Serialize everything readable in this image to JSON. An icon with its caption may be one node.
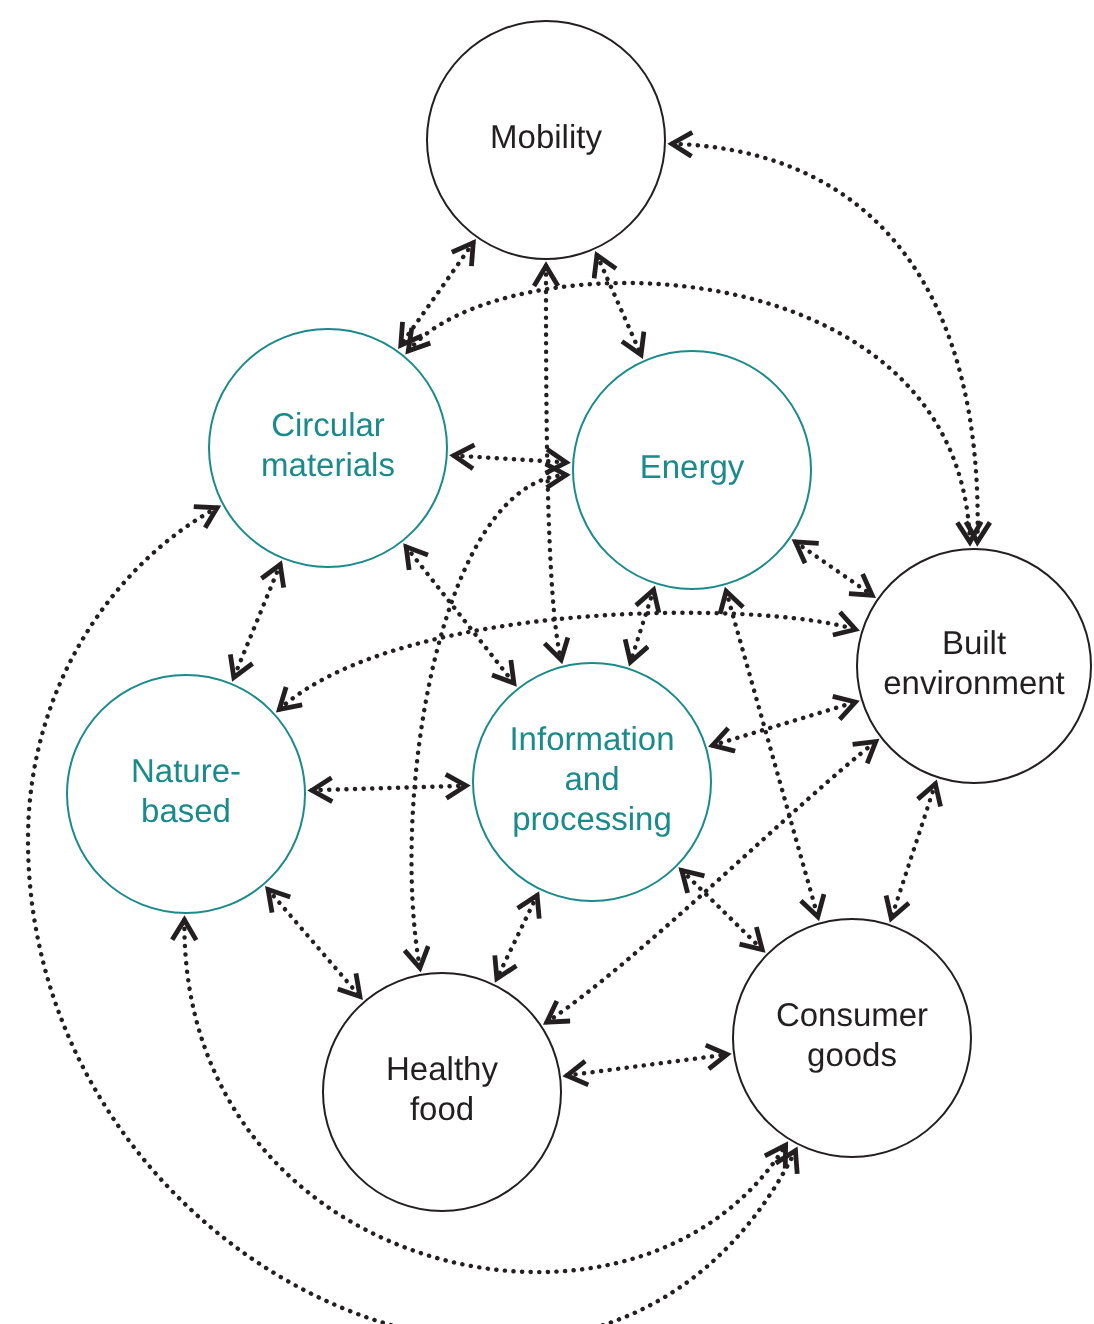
{
  "diagram": {
    "nodes": [
      {
        "text": [
          "Mobility"
        ]
      },
      {
        "text": [
          "Circular materials"
        ]
      },
      {
        "text": [
          "Energy"
        ]
      },
      {
        "text": [
          "Built environment"
        ]
      },
      {
        "text": [
          "Nature-based"
        ]
      },
      {
        "text": [
          "Information and processing"
        ]
      },
      {
        "text": [
          "Healthy food"
        ]
      },
      {
        "text": [
          "Consumer goods"
        ]
      }
    ],
    "edges": [
      {
        "from": 0,
        "to": 1,
        "arrow": "both"
      },
      {
        "from": 0,
        "to": 2,
        "arrow": "both"
      },
      {
        "from": 0,
        "to": 5,
        "arrow": "both"
      },
      {
        "from": 0,
        "to": 3,
        "arrow": "both"
      },
      {
        "from": 1,
        "to": 3,
        "arrow": "both"
      },
      {
        "from": 1,
        "to": 2,
        "arrow": "both"
      },
      {
        "from": 1,
        "to": 4,
        "arrow": "both"
      },
      {
        "from": 1,
        "to": 5,
        "arrow": "both"
      },
      {
        "from": 1,
        "to": 7,
        "arrow": "both"
      },
      {
        "from": 2,
        "to": 6,
        "arrow": "both"
      },
      {
        "from": 2,
        "to": 3,
        "arrow": "both"
      },
      {
        "from": 2,
        "to": 5,
        "arrow": "both"
      },
      {
        "from": 2,
        "to": 7,
        "arrow": "both"
      },
      {
        "from": 4,
        "to": 3,
        "arrow": "both"
      },
      {
        "from": 4,
        "to": 5,
        "arrow": "both"
      },
      {
        "from": 4,
        "to": 6,
        "arrow": "both"
      },
      {
        "from": 4,
        "to": 7,
        "arrow": "both"
      },
      {
        "from": 5,
        "to": 3,
        "arrow": "both"
      },
      {
        "from": 5,
        "to": 7,
        "arrow": "both"
      },
      {
        "from": 5,
        "to": 6,
        "arrow": "both"
      },
      {
        "from": 6,
        "to": 7,
        "arrow": "both"
      },
      {
        "from": 6,
        "to": 3,
        "arrow": "both"
      },
      {
        "from": 3,
        "to": 7,
        "arrow": "both"
      }
    ]
  }
}
